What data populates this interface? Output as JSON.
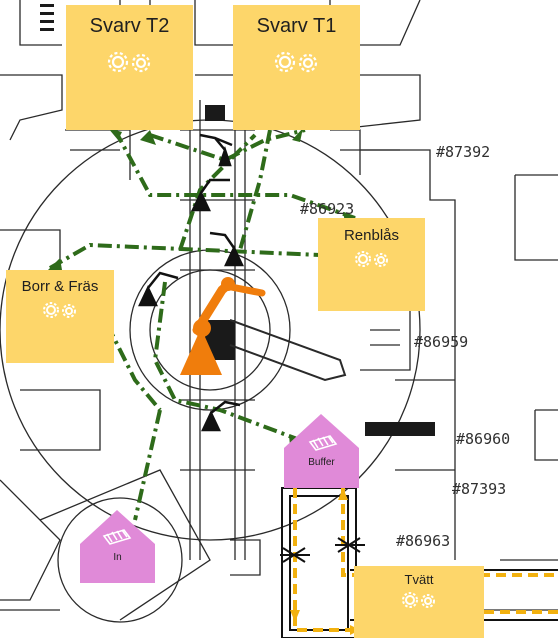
{
  "stations": {
    "svarv_t2": {
      "label": "Svarv T2",
      "icon": "gears-icon"
    },
    "svarv_t1": {
      "label": "Svarv T1",
      "icon": "gears-icon"
    },
    "renblas": {
      "label": "Renblås",
      "icon": "gears-icon"
    },
    "borr_fras": {
      "label": "Borr & Fräs",
      "icon": "gears-icon"
    },
    "tvatt": {
      "label": "Tvätt",
      "icon": "gears-icon"
    }
  },
  "buffers": {
    "buffer": {
      "label": "Buffer",
      "icon": "pallet-icon"
    },
    "in": {
      "label": "In",
      "icon": "pallet-icon"
    }
  },
  "references": [
    "#87392",
    "#86959",
    "#86960",
    "#87393",
    "#86963",
    "#86923"
  ],
  "colors": {
    "station": "#fdd66a",
    "path_green": "#2e6b1a",
    "active_robot": "#f07d0c",
    "robot": "#111111",
    "buffer": "#e08ad8",
    "conveyor": "#f2b10f"
  }
}
